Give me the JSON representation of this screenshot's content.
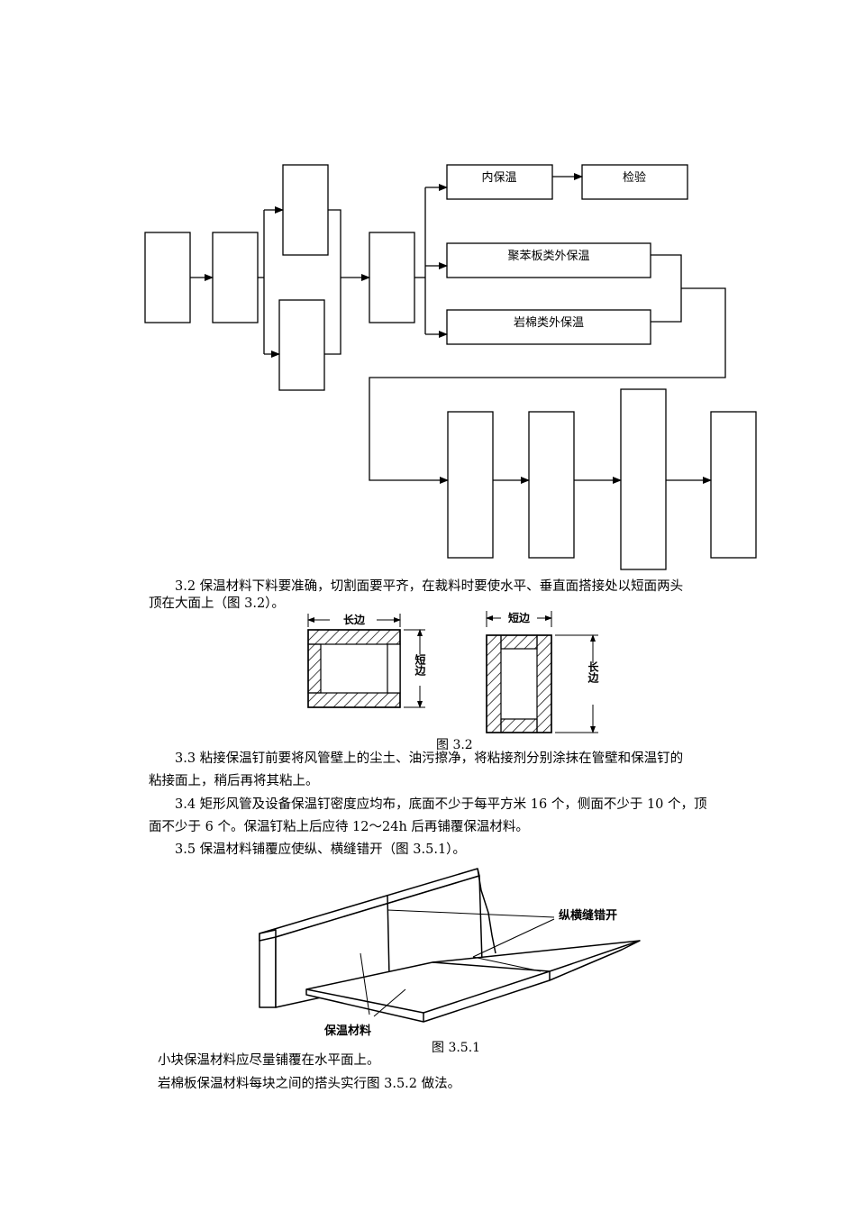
{
  "flowchart": {
    "inner_insulation": "内保温",
    "inspection": "检验",
    "polystyrene_outer": "聚苯板类外保温",
    "rockwool_outer": "岩棉类外保温"
  },
  "paragraphs": {
    "p3_2_line1": "3.2 保温材料下料要准确，切割面要平齐，在裁料时要使水平、垂直面搭接处以短面两头",
    "p3_2_line2": "顶在大面上（图 3.2）。",
    "p3_3_line1": "3.3 粘接保温钉前要将风管壁上的尘土、油污擦净，将粘接剂分别涂抹在管壁和保温钉的",
    "p3_3_line2": "粘接面上，稍后再将其粘上。",
    "p3_4_line1": "3.4 矩形风管及设备保温钉密度应均布，底面不少于每平方米 16 个，侧面不少于 10 个，顶",
    "p3_4_line2": "面不少于 6 个。保温钉粘上后应待 12～24h 后再铺覆保温材料。",
    "p3_5": "3.5 保温材料铺覆应使纵、横缝错开（图 3.5.1）。",
    "small_blocks": "小块保温材料应尽量铺覆在水平面上。",
    "rockwool_joint": "岩棉板保温材料每块之间的搭头实行图 3.5.2 做法。"
  },
  "figure_3_2": {
    "caption": "图 3.2",
    "left_long": "长边",
    "left_short": "短边",
    "right_short": "短边",
    "right_long": "长边"
  },
  "figure_3_5_1": {
    "caption": "图 3.5.1",
    "seam_label": "纵横缝错开",
    "material_label": "保温材料"
  }
}
